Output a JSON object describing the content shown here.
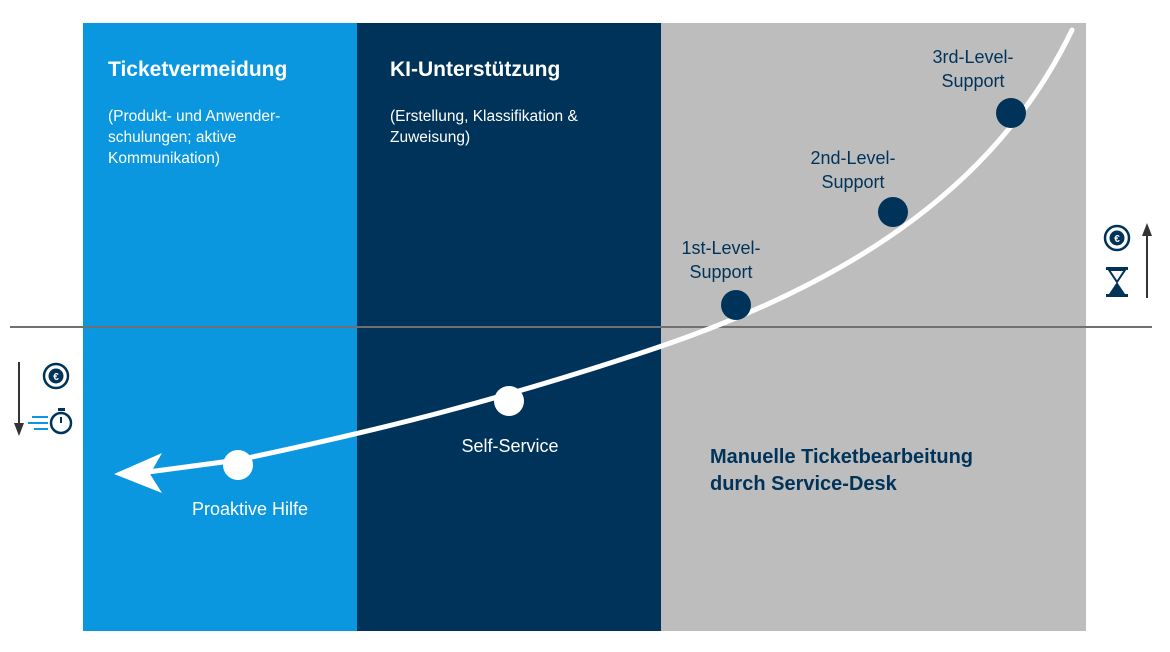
{
  "panels": [
    {
      "title": "Ticketvermeidung",
      "subtitle": "(Produkt- und Anwender-\nschulungen; aktive\nKommunikation)",
      "color": "#0b97e0"
    },
    {
      "title": "KI-Unterstützung",
      "subtitle": "(Erstellung, Klassifikation &\nZuweisung)",
      "color": "#003359"
    },
    {
      "title": "Manuelle Ticketbearbeitung\ndurch Service-Desk",
      "color": "#bdbdbd"
    }
  ],
  "points": [
    {
      "label": "Proaktive Hilfe",
      "fill": "#ffffff"
    },
    {
      "label": "Self-Service",
      "fill": "#ffffff"
    },
    {
      "label": "1st-Level-\nSupport",
      "fill": "#003359"
    },
    {
      "label": "2nd-Level-\nSupport",
      "fill": "#003359"
    },
    {
      "label": "3rd-Level-\nSupport",
      "fill": "#003359"
    }
  ],
  "colors": {
    "text_dark": "#003359",
    "axis": "#707070",
    "curve": "#ffffff"
  },
  "icons": {
    "top_right": [
      "arrow-up-icon",
      "euro-coin-icon",
      "hourglass-icon"
    ],
    "bottom_left": [
      "arrow-down-icon",
      "euro-coin-icon",
      "fast-stopwatch-icon"
    ]
  }
}
